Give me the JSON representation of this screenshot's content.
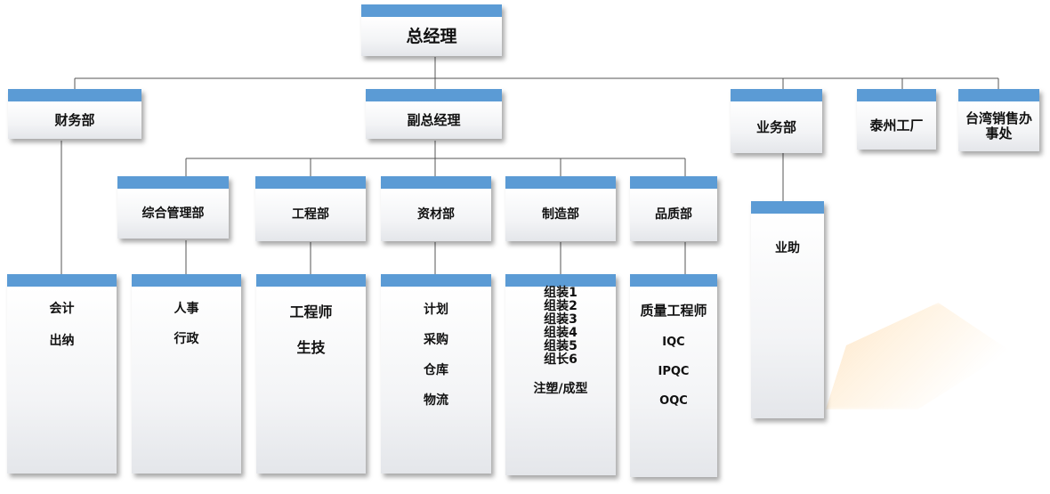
{
  "colors": {
    "header_bar": "#5b9bd5",
    "connector": "#555555"
  },
  "org": {
    "gm": "总经理",
    "finance": "财务部",
    "vp": "副总经理",
    "sales": "业务部",
    "taizhou": "泰州工厂",
    "taiwan": "台湾销售办事处",
    "admin": "综合管理部",
    "engineering": "工程部",
    "materials": "资材部",
    "manufacturing": "制造部",
    "quality": "品质部"
  },
  "staff": {
    "finance": [
      "会计",
      "出纳"
    ],
    "admin": [
      "人事",
      "行政"
    ],
    "engineering": [
      "工程师",
      "生技"
    ],
    "materials": [
      "计划",
      "采购",
      "仓库",
      "物流"
    ],
    "manufacturing_groups": [
      "组装1",
      "组装2",
      "组装3",
      "组装4",
      "组装5",
      "组长6"
    ],
    "manufacturing_other": "注塑/成型",
    "quality": [
      "质量工程师",
      "IQC",
      "IPQC",
      "OQC"
    ],
    "sales": [
      "业助"
    ]
  }
}
